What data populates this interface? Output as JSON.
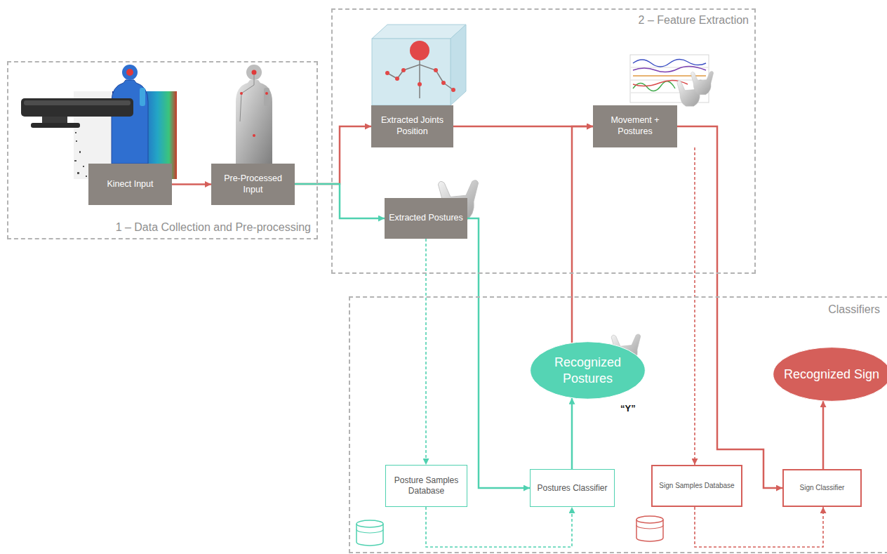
{
  "diagram": {
    "nodes": [
      {
        "text": [
          "1 – Data Collection and Pre-processing"
        ]
      },
      {
        "text": [
          "Kinect Input"
        ],
        "in": 0
      },
      {
        "text": [
          "Pre-Processed Input"
        ],
        "in": 0
      },
      {
        "text": [
          "2 – Feature Extraction"
        ]
      },
      {
        "text": [
          "Extracted Joints Position"
        ],
        "in": 3
      },
      {
        "text": [
          "Movement + Postures"
        ],
        "in": 3
      },
      {
        "text": [
          "Extracted Postures"
        ],
        "in": 3
      },
      {
        "text": [
          "Classifiers"
        ]
      },
      {
        "text": [
          "Recognized Postures"
        ],
        "in": 7
      },
      {
        "text": [
          "Recognized Sign"
        ],
        "in": 7
      },
      {
        "text": [
          "Posture Samples Database"
        ],
        "in": 7
      },
      {
        "text": [
          "Postures Classifier"
        ],
        "in": 7
      },
      {
        "text": [
          "Sign Samples Database"
        ],
        "in": 7
      },
      {
        "text": [
          "Sign Classifier"
        ],
        "in": 7
      }
    ],
    "edges": [
      {
        "from": 1,
        "to": 2,
        "arrow": "to"
      },
      {
        "from": 2,
        "to": 4,
        "arrow": "to"
      },
      {
        "from": 2,
        "to": 6,
        "arrow": "to"
      },
      {
        "from": 4,
        "to": 5,
        "arrow": "to"
      },
      {
        "from": 6,
        "to": 11,
        "arrow": "to"
      },
      {
        "from": 6,
        "to": 10,
        "arrow": "to"
      },
      {
        "from": 10,
        "to": 11,
        "arrow": "to"
      },
      {
        "from": 11,
        "to": 8,
        "arrow": "to"
      },
      {
        "from": 8,
        "to": 5,
        "arrow": "to"
      },
      {
        "from": 5,
        "to": 13,
        "arrow": "to"
      },
      {
        "from": 5,
        "to": 12,
        "arrow": "to"
      },
      {
        "from": 12,
        "to": 13,
        "arrow": "to"
      },
      {
        "from": 13,
        "to": 9,
        "arrow": "to"
      }
    ],
    "labels": [
      "“Y”"
    ]
  }
}
